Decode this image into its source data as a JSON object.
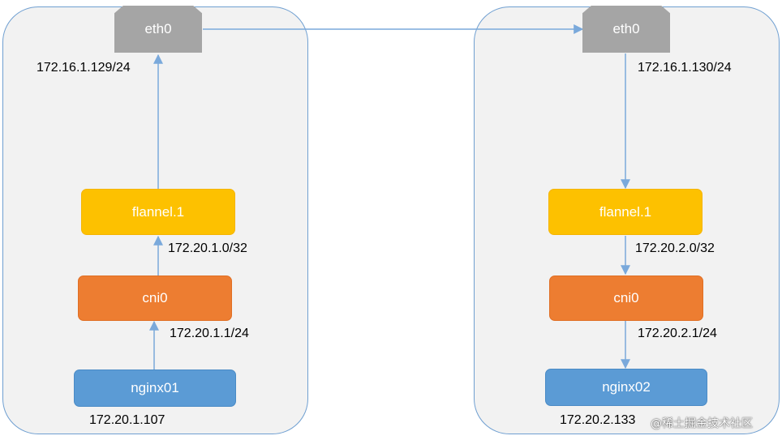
{
  "left_host": {
    "eth": {
      "label": "eth0",
      "ip": "172.16.1.129/24"
    },
    "flannel": {
      "label": "flannel.1",
      "ip": "172.20.1.0/32"
    },
    "cni": {
      "label": "cni0",
      "ip": "172.20.1.1/24"
    },
    "pod": {
      "label": "nginx01",
      "ip": "172.20.1.107"
    }
  },
  "right_host": {
    "eth": {
      "label": "eth0",
      "ip": "172.16.1.130/24"
    },
    "flannel": {
      "label": "flannel.1",
      "ip": "172.20.2.0/32"
    },
    "cni": {
      "label": "cni0",
      "ip": "172.20.2.1/24"
    },
    "pod": {
      "label": "nginx02",
      "ip": "172.20.2.133"
    }
  },
  "watermark": "@稀土掘金技术社区",
  "colors": {
    "host_bg": "#f2f2f2",
    "host_border": "#6f9fd1",
    "eth": "#a5a5a5",
    "flannel": "#fdc100",
    "cni": "#ed7d31",
    "nginx": "#5b9bd5",
    "arrow": "#7aa9db"
  }
}
